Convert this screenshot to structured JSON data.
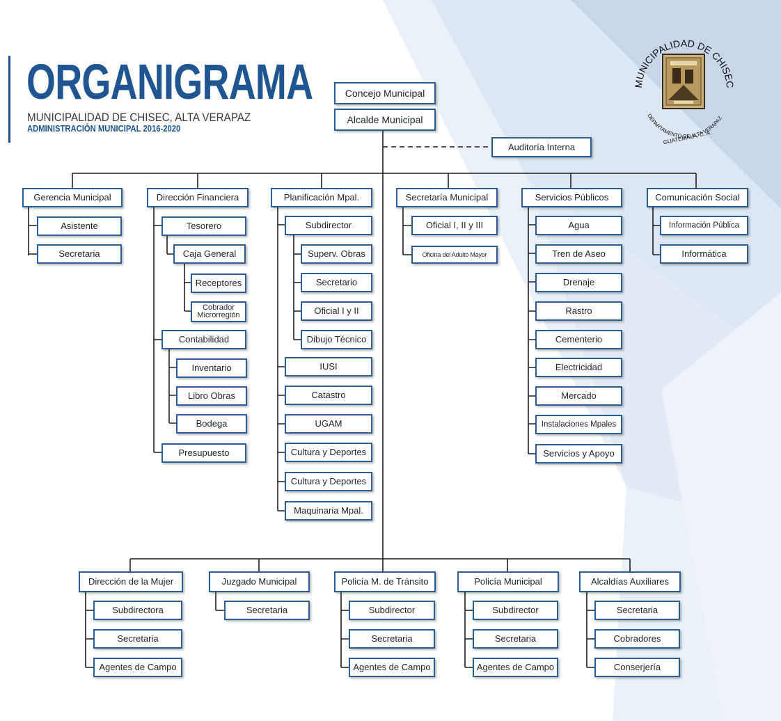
{
  "title": {
    "main": "ORGANIGRAMA",
    "subtitle": "MUNICIPALIDAD DE CHISEC, ALTA VERAPAZ",
    "period": "ADMINISTRACIÓN MUNICIPAL 2016-2020"
  },
  "seal": {
    "top_text": "MUNICIPALIDAD DE CHISEC",
    "bottom_text_1": "DEPARTAMENTO DE ALTA VERAPAZ",
    "bottom_text_2": "GUATEMALA, C. A."
  },
  "top": {
    "council": "Concejo Municipal",
    "mayor": "Alcalde Municipal",
    "audit": "Auditoría Interna"
  },
  "departments": [
    {
      "label": "Gerencia Municipal",
      "children": [
        {
          "label": "Asistente"
        },
        {
          "label": "Secretaria"
        }
      ]
    },
    {
      "label": "Dirección Financiera",
      "children": [
        {
          "label": "Tesorero",
          "children": [
            {
              "label": "Caja General",
              "children": [
                {
                  "label": "Receptores"
                },
                {
                  "label": "Cobrador Microrregión"
                }
              ]
            }
          ]
        },
        {
          "label": "Contabilidad",
          "children": [
            {
              "label": "Inventario"
            },
            {
              "label": "Libro Obras"
            },
            {
              "label": "Bodega"
            }
          ]
        },
        {
          "label": "Presupuesto"
        }
      ]
    },
    {
      "label": "Planificación Mpal.",
      "children": [
        {
          "label": "Subdirector",
          "children": [
            {
              "label": "Superv. Obras"
            },
            {
              "label": "Secretario"
            },
            {
              "label": "Oficial I y II"
            },
            {
              "label": "Dibujo Técnico"
            }
          ]
        },
        {
          "label": "IUSI"
        },
        {
          "label": "Catastro"
        },
        {
          "label": "UGAM"
        },
        {
          "label": "Cultura y Deportes"
        },
        {
          "label": "Cultura y Deportes"
        },
        {
          "label": "Maquinaria Mpal."
        }
      ]
    },
    {
      "label": "Secretaría Municipal",
      "children": [
        {
          "label": "Oficial I, II y III"
        },
        {
          "label": "Oficina del Adulto Mayor"
        }
      ]
    },
    {
      "label": "Servicios Públicos",
      "children": [
        {
          "label": "Agua"
        },
        {
          "label": "Tren de Aseo"
        },
        {
          "label": "Drenaje"
        },
        {
          "label": "Rastro"
        },
        {
          "label": "Cementerio"
        },
        {
          "label": "Electricidad"
        },
        {
          "label": "Mercado"
        },
        {
          "label": "Instalaciones Mpales"
        },
        {
          "label": "Servicios y Apoyo"
        }
      ]
    },
    {
      "label": "Comunicación Social",
      "children": [
        {
          "label": "Información Pública"
        },
        {
          "label": "Informática"
        }
      ]
    }
  ],
  "lower_departments": [
    {
      "label": "Dirección de la Mujer",
      "children": [
        {
          "label": "Subdirectora"
        },
        {
          "label": "Secretaria"
        },
        {
          "label": "Agentes de Campo"
        }
      ]
    },
    {
      "label": "Juzgado Municipal",
      "children": [
        {
          "label": "Secretaria"
        }
      ]
    },
    {
      "label": "Policía M. de Tránsito",
      "children": [
        {
          "label": "Subdirector"
        },
        {
          "label": "Secretaria"
        },
        {
          "label": "Agentes de Campo"
        }
      ]
    },
    {
      "label": "Policía Municipal",
      "children": [
        {
          "label": "Subdirector"
        },
        {
          "label": "Secretaria"
        },
        {
          "label": "Agentes de Campo"
        }
      ]
    },
    {
      "label": "Alcaldías Auxiliares",
      "children": [
        {
          "label": "Secretaria"
        },
        {
          "label": "Cobradores"
        },
        {
          "label": "Conserjería"
        }
      ]
    }
  ],
  "colors": {
    "box_border": "#2b5e93",
    "title": "#1f5590",
    "connector": "#1f1f1f",
    "background_tint": "#dbe6f2"
  }
}
